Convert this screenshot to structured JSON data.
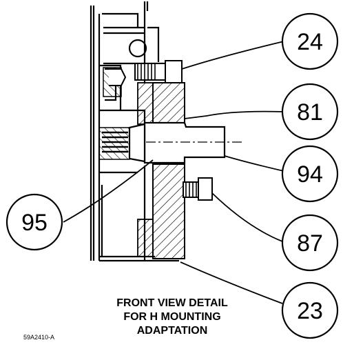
{
  "callouts": [
    {
      "id": "callout-24",
      "label": "24"
    },
    {
      "id": "callout-81",
      "label": "81"
    },
    {
      "id": "callout-94",
      "label": "94"
    },
    {
      "id": "callout-95",
      "label": "95"
    },
    {
      "id": "callout-87",
      "label": "87"
    },
    {
      "id": "callout-23",
      "label": "23"
    }
  ],
  "caption": {
    "line1": "FRONT VIEW DETAIL",
    "line2": "FOR H MOUNTING",
    "line3": "ADAPTATION"
  },
  "drawing_id": "59A2410-A"
}
